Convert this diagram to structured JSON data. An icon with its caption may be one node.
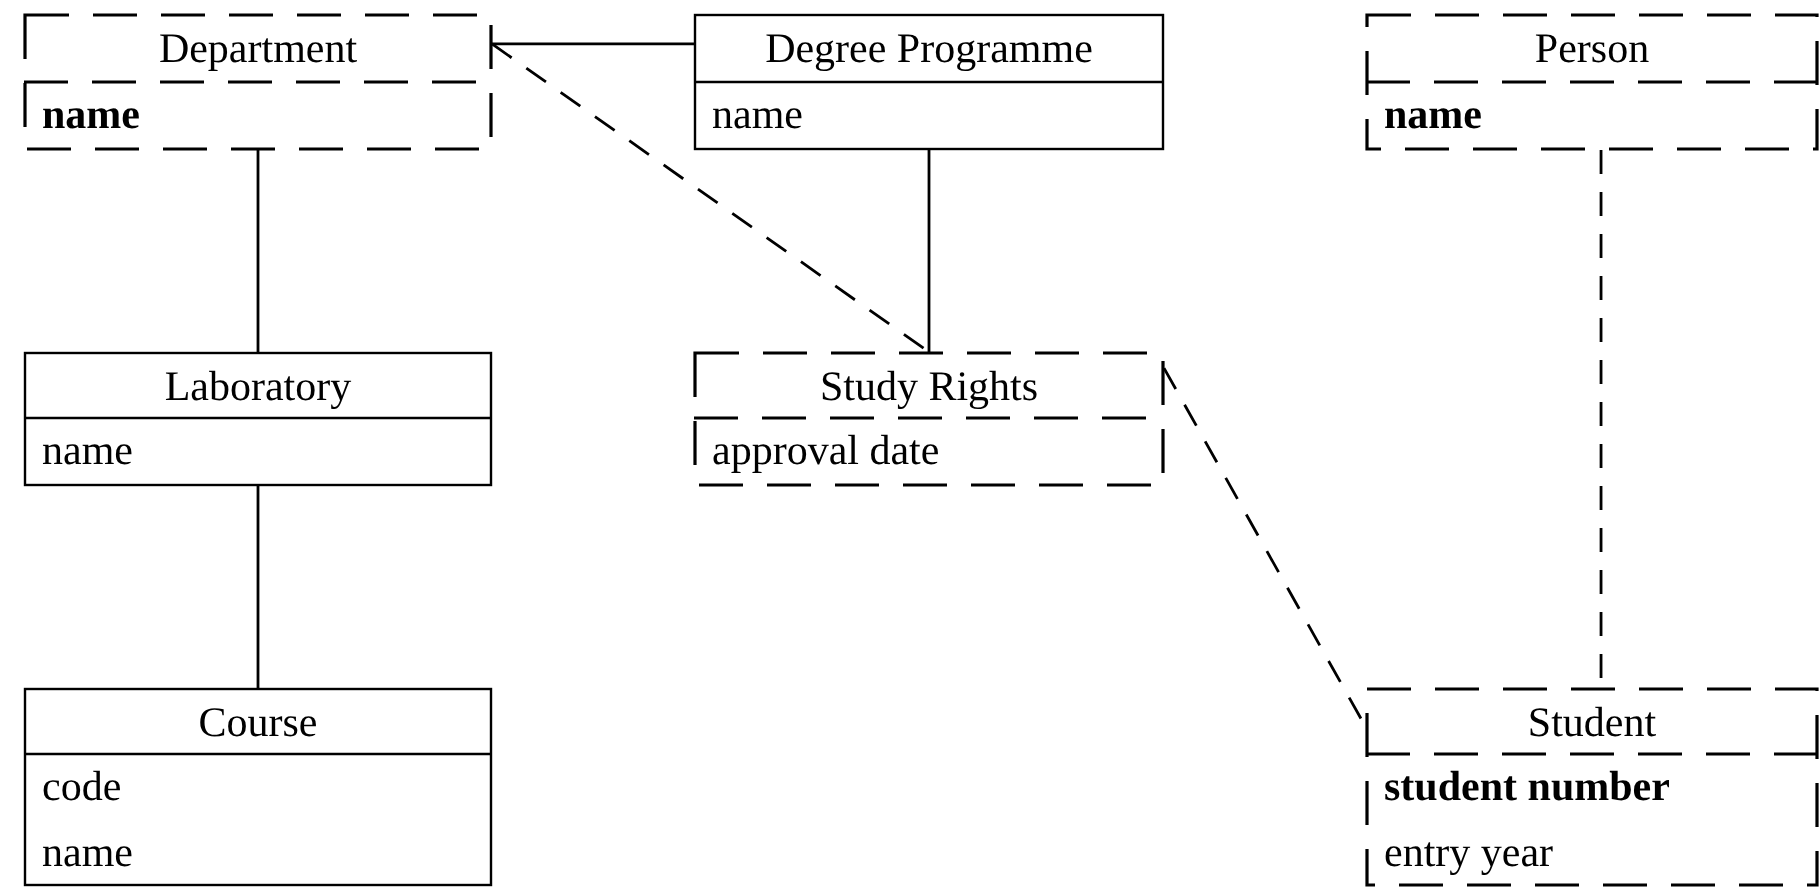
{
  "diagram": {
    "nodes": [
      {
        "text": [
          "Department",
          "name"
        ]
      },
      {
        "text": [
          "Degree Programme",
          "name"
        ]
      },
      {
        "text": [
          "Person",
          "name"
        ]
      },
      {
        "text": [
          "Laboratory",
          "name"
        ]
      },
      {
        "text": [
          "Study Rights",
          "approval date"
        ]
      },
      {
        "text": [
          "Course",
          "code",
          "name"
        ]
      },
      {
        "text": [
          "Student",
          "student number",
          "entry year"
        ]
      }
    ],
    "edges": [
      {
        "from": 0,
        "to": 1,
        "arrow": "none"
      },
      {
        "from": 0,
        "to": 3,
        "arrow": "none"
      },
      {
        "from": 3,
        "to": 5,
        "arrow": "none"
      },
      {
        "from": 1,
        "to": 4,
        "arrow": "none"
      },
      {
        "from": 0,
        "to": 4,
        "arrow": "none",
        "style": "dashed"
      },
      {
        "from": 4,
        "to": 6,
        "arrow": "none",
        "style": "dashed"
      },
      {
        "from": 2,
        "to": 6,
        "arrow": "none",
        "style": "dashed"
      }
    ]
  }
}
